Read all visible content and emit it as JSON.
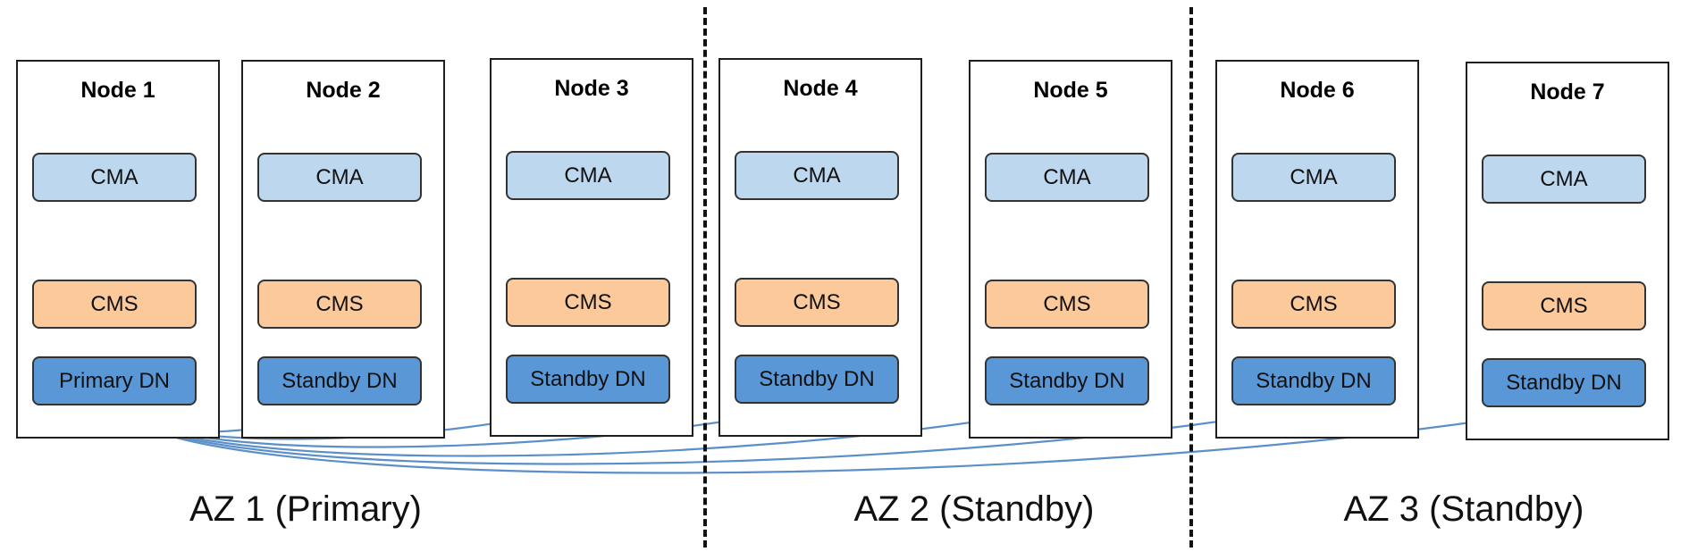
{
  "nodes": [
    {
      "title": "Node 1",
      "cma": "CMA",
      "cms": "CMS",
      "dn": "Primary DN"
    },
    {
      "title": "Node 2",
      "cma": "CMA",
      "cms": "CMS",
      "dn": "Standby DN"
    },
    {
      "title": "Node 3",
      "cma": "CMA",
      "cms": "CMS",
      "dn": "Standby DN"
    },
    {
      "title": "Node 4",
      "cma": "CMA",
      "cms": "CMS",
      "dn": "Standby DN"
    },
    {
      "title": "Node 5",
      "cma": "CMA",
      "cms": "CMS",
      "dn": "Standby DN"
    },
    {
      "title": "Node 6",
      "cma": "CMA",
      "cms": "CMS",
      "dn": "Standby DN"
    },
    {
      "title": "Node 7",
      "cma": "CMA",
      "cms": "CMS",
      "dn": "Standby DN"
    }
  ],
  "zones": [
    {
      "label": "AZ 1 (Primary)"
    },
    {
      "label": "AZ 2 (Standby)"
    },
    {
      "label": "AZ 3 (Standby)"
    }
  ],
  "replication": {
    "source_node": 1,
    "target_nodes": [
      2,
      3,
      4,
      5,
      6,
      7
    ]
  },
  "colors": {
    "cma": "#bcd7ee",
    "cms": "#fcc99a",
    "dn": "#5a97d6",
    "arrow": "#5b8fc9",
    "border": "#1e1e1e"
  }
}
